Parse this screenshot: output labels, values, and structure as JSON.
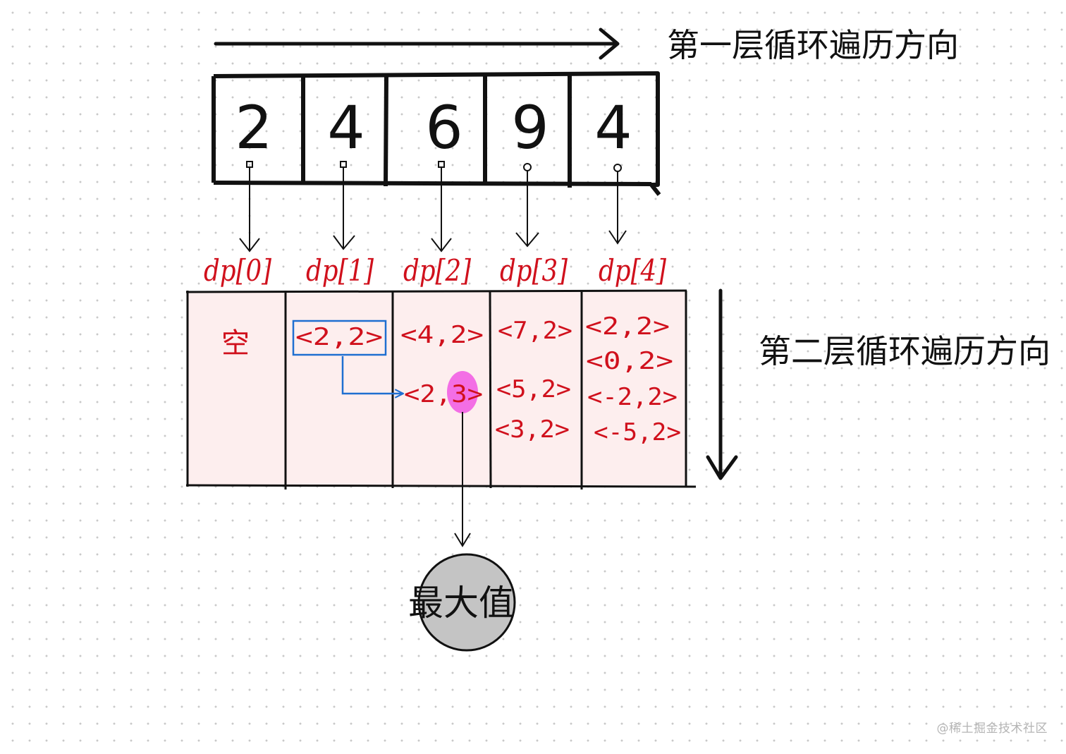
{
  "outer_loop_label": "第一层循环遍历方向",
  "inner_loop_label": "第二层循环遍历方向",
  "array": [
    "2",
    "4",
    "6",
    "9",
    "4"
  ],
  "dp_labels": [
    "dp[0]",
    "dp[1]",
    "dp[2]",
    "dp[3]",
    "dp[4]"
  ],
  "dp_columns": [
    {
      "entries": [
        "空"
      ]
    },
    {
      "entries": [
        "<2,2>"
      ]
    },
    {
      "entries": [
        "<4,2>",
        "<2,3>"
      ]
    },
    {
      "entries": [
        "<7,2>",
        "<5,2>",
        "<3,2>"
      ]
    },
    {
      "entries": [
        "<2,2>",
        "<0,2>",
        "<-2,2>",
        "<-5,2>"
      ]
    }
  ],
  "max_label": "最大值",
  "watermark": "@稀土掘金技术社区",
  "colors": {
    "ink": "#111111",
    "red": "#d0101c",
    "blue": "#1f6fd1",
    "highlight": "#f25fe3",
    "column_fill": "#fdeeee",
    "circle_fill": "#c4c4c4"
  }
}
